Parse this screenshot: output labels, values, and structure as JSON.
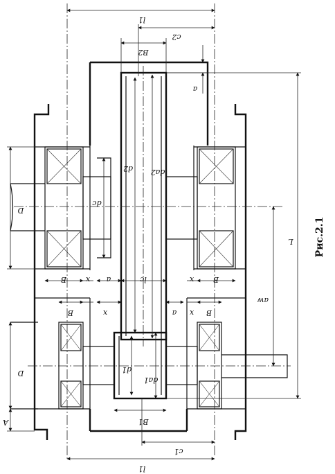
{
  "caption": "Рис.2.1",
  "labels": {
    "l1_top": "l1",
    "c2": "c2",
    "B2": "B2",
    "a": "a",
    "D_top": "D",
    "dc": "dc",
    "d2": "d2",
    "da2": "da2",
    "B_tl": "B",
    "x_tl": "x",
    "a_tm": "a",
    "lc": "lc",
    "x_tr": "x",
    "B_tr": "B",
    "B_bl": "B",
    "x_bl": "x",
    "a_bm": "a",
    "x_br": "x",
    "B_br": "B",
    "aw": "aw",
    "L": "L",
    "D_bot": "D",
    "d1": "d1",
    "da1": "da1",
    "B1": "B1",
    "A": "A",
    "c1": "c1",
    "l1_bot": "l1"
  }
}
